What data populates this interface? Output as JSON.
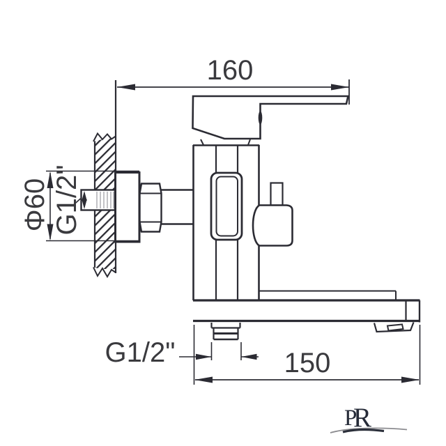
{
  "drawing": {
    "description": "Technical side-view drawing of a wall-mounted single-lever bath mixer faucet",
    "dimensions": {
      "top_width_mm": "160",
      "spout_reach_mm": "150",
      "flange_diameter": "Φ60",
      "inlet_thread": "G1/2\"",
      "outlet_thread": "G1/2\""
    },
    "logo": {
      "letter_p": "P",
      "letter_r": "R"
    },
    "colors": {
      "line": "#2b2b33",
      "text": "#3a3a3e",
      "logo": "#262b38",
      "thread_texture": "#9a9aa0",
      "background": "#ffffff"
    }
  }
}
